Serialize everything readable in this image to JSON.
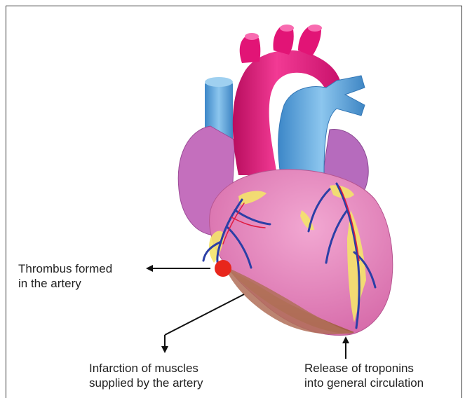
{
  "labels": {
    "thrombus": {
      "line1": "Thrombus formed",
      "line2": "in the artery"
    },
    "infarction": {
      "line1": "Infarction of muscles",
      "line2": "supplied by the artery"
    },
    "troponin": {
      "line1": "Release of troponins",
      "line2": "into general circulation"
    }
  },
  "colors": {
    "aorta": "#e8137b",
    "vessels_blue": "#5aa7dc",
    "heart_body": "#e889bd",
    "atrium": "#c77cc4",
    "infarct_zone": "#b86a55",
    "thrombus": "#e8261c",
    "fat": "#f5e86a",
    "coronary": "#2b3fa6"
  }
}
